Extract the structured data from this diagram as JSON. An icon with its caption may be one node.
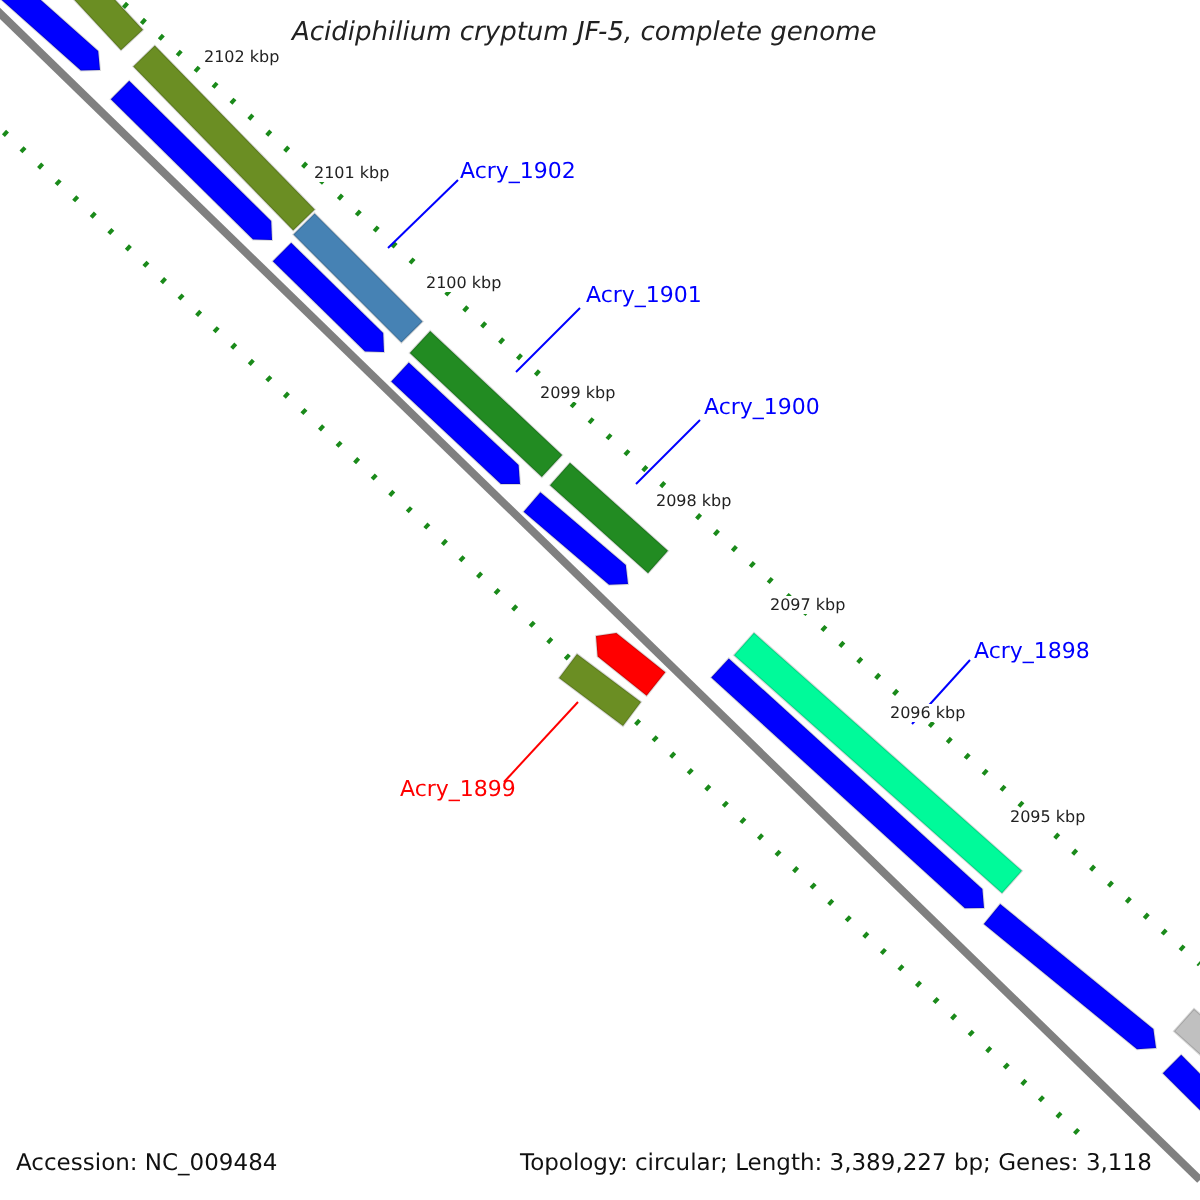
{
  "diagram": {
    "title": "Acidiphilium cryptum JF-5, complete genome",
    "nodes": [
      {
        "text": [
          "Acry_1902"
        ]
      },
      {
        "text": [],
        "shape": "bar"
      },
      {
        "text": [
          "Acry_1901"
        ]
      },
      {
        "text": [],
        "shape": "bar"
      },
      {
        "text": [
          "Acry_1900"
        ]
      },
      {
        "text": [],
        "shape": "bar"
      },
      {
        "text": [
          "Acry_1898"
        ]
      },
      {
        "text": [],
        "shape": "bar"
      },
      {
        "text": [
          "Acry_1899"
        ]
      },
      {
        "text": [],
        "shape": "bar"
      },
      {
        "text": [],
        "shape": "bar"
      },
      {
        "text": [],
        "shape": "bar"
      },
      {
        "text": [],
        "shape": "bar"
      },
      {
        "text": [],
        "shape": "bar"
      },
      {
        "text": [],
        "shape": "bar"
      },
      {
        "text": [],
        "shape": "bar"
      },
      {
        "text": [],
        "shape": "bar"
      },
      {
        "text": [],
        "shape": "bar"
      },
      {
        "text": [],
        "shape": "bar"
      },
      {
        "text": [],
        "shape": "bar"
      },
      {
        "text": [],
        "shape": "bar"
      },
      {
        "text": [],
        "shape": "bar"
      }
    ],
    "edges": [
      {
        "from": 0,
        "to": 1,
        "arrow": "none"
      },
      {
        "from": 2,
        "to": 3,
        "arrow": "none"
      },
      {
        "from": 4,
        "to": 5,
        "arrow": "none"
      },
      {
        "from": 6,
        "to": 7,
        "arrow": "none"
      },
      {
        "from": 8,
        "to": 21,
        "arrow": "none",
        "color": "#ff0000"
      }
    ],
    "labels": [
      "2102 kbp",
      "2101 kbp",
      "2100 kbp",
      "2099 kbp",
      "2098 kbp",
      "2097 kbp",
      "2096 kbp",
      "2095 kbp",
      "Accession: NC_009484",
      "Topology: circular; Length: 3,389,227 bp; Genes: 3,118"
    ]
  }
}
